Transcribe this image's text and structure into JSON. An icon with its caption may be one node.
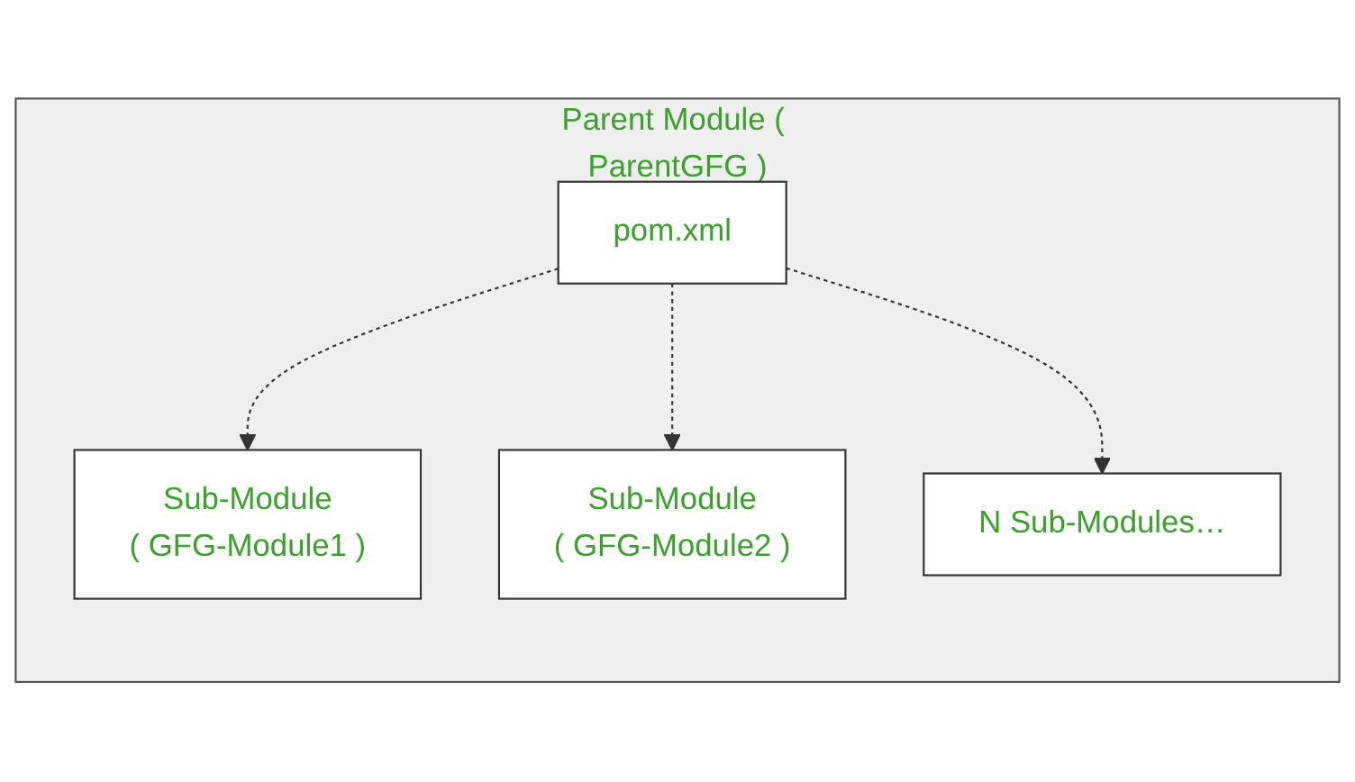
{
  "diagram": {
    "nodes": [
      {
        "text": [
          "Parent Module ( ParentGFG )"
        ]
      },
      {
        "text": [
          "pom.xml"
        ],
        "in": 0
      },
      {
        "text": [
          "Sub-Module",
          "( GFG-Module1 )"
        ],
        "in": 0
      },
      {
        "text": [
          "Sub-Module",
          "( GFG-Module2 )"
        ],
        "in": 0
      },
      {
        "text": [
          "N Sub-Modules…"
        ],
        "in": 0
      }
    ],
    "edges": [
      {
        "from": 1,
        "to": 2,
        "arrow": "to",
        "style": "dashed"
      },
      {
        "from": 1,
        "to": 3,
        "arrow": "to",
        "style": "dashed"
      },
      {
        "from": 1,
        "to": 4,
        "arrow": "to",
        "style": "dashed"
      }
    ]
  }
}
